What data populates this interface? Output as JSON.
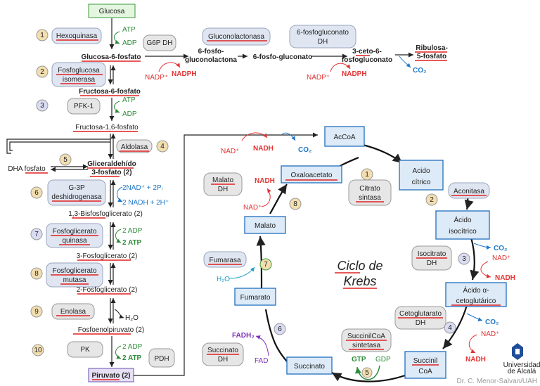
{
  "glycolysis": {
    "glucose": "Glucosa",
    "hexokinase": "Hexoquinasa",
    "atp": "ATP",
    "adp": "ADP",
    "g6p": "Glucosa-6-fosfato",
    "pgi": [
      "Fosfoglucosa",
      "isomerasa"
    ],
    "f6p": "Fructosa-6-fosfato",
    "pfk": "PFK-1",
    "f16bp": "Fructosa-1,6-fosfato",
    "aldolase": "Aldolasa",
    "dha": "DHA fosfato",
    "g3p_met": [
      "Gliceraldehído",
      "3-fosfato (2)"
    ],
    "g3pdh": [
      "G-3P",
      "deshidrogenasa"
    ],
    "nad_in": "2NAD⁺ + 2Pᵢ",
    "nadh_out": "2 NADH + 2H⁺",
    "bpg": "1,3-Bisfosfoglicerato (2)",
    "pgk": [
      "Fosfoglicerato",
      "quinasa"
    ],
    "adp2": "2 ADP",
    "atp2": "2 ATP",
    "pg3": "3-Fosfoglicerato (2)",
    "pgm": [
      "Fosfoglicerato",
      "mutasa"
    ],
    "pg2": "2-Fosfoglicerato (2)",
    "enolase": "Enolasa",
    "h2o": "H₂O",
    "pep": "Fosfoenolpiruvato (2)",
    "pk": "PK",
    "pyruvate": "Piruvato (2)",
    "pdh": "PDH",
    "steps": [
      "1",
      "2",
      "3",
      "4",
      "5",
      "6",
      "7",
      "8",
      "9",
      "10"
    ]
  },
  "pentose": {
    "g6pdh": "G6P DH",
    "nadp": "NADP⁺",
    "nadph": "NADPH",
    "lactonase": "Gluconolactonasa",
    "lactone": [
      "6-fosfo-",
      "gluconolactona"
    ],
    "gluconate": "6-fosfo-gluconato",
    "pgdh": [
      "6-fosfogluconato",
      "DH"
    ],
    "keto": [
      "3-ceto-6-",
      "fosfogluconato"
    ],
    "ribulose": [
      "Ribulosa-",
      "5-fosfato"
    ],
    "co2": "CO₂"
  },
  "krebs": {
    "title": [
      "Ciclo de",
      "Krebs"
    ],
    "acoa": "AcCoA",
    "citrate": [
      "Acido",
      "cítrico"
    ],
    "aconitase": "Aconitasa",
    "isocitrate": [
      "Ácido",
      "isocítrico"
    ],
    "idh": [
      "Isocitrato",
      "DH"
    ],
    "akg": [
      "Ácido α-",
      "cetoglutárico"
    ],
    "kgdh": [
      "Cetoglutarato",
      "DH"
    ],
    "succoa": [
      "Succinil",
      "CoA"
    ],
    "scs": [
      "SuccinilCoA",
      "sintetasa"
    ],
    "gtp": "GTP",
    "gdp": "GDP",
    "succinate": "Succinato",
    "sdh": [
      "Succinato",
      "DH"
    ],
    "fadh2": "FADH₂",
    "fad": "FAD",
    "fumarate": "Fumarato",
    "fumarase": "Fumarasa",
    "h2o": "H₂O",
    "malate": "Malato",
    "mdh": [
      "Malato",
      "DH"
    ],
    "oaa": "Oxaloacetato",
    "cs": [
      "Citrato",
      "sintasa"
    ],
    "nad": "NAD⁺",
    "nadh": "NADH",
    "co2": "CO₂",
    "steps": [
      "1",
      "2",
      "3",
      "4",
      "5",
      "6",
      "7",
      "8"
    ]
  },
  "footer": {
    "logo": [
      "Universidad",
      "de Alcalá"
    ],
    "credit": "Dr. C. Menor-Salvan/UAH"
  },
  "colors": {
    "nadh": "#e23232",
    "co2": "#1f78c8",
    "atp": "#2e8b3a",
    "fad": "#7b2fb8",
    "step_fill_odd": "#f3deb0",
    "step_fill_even": "#dadcf2"
  }
}
